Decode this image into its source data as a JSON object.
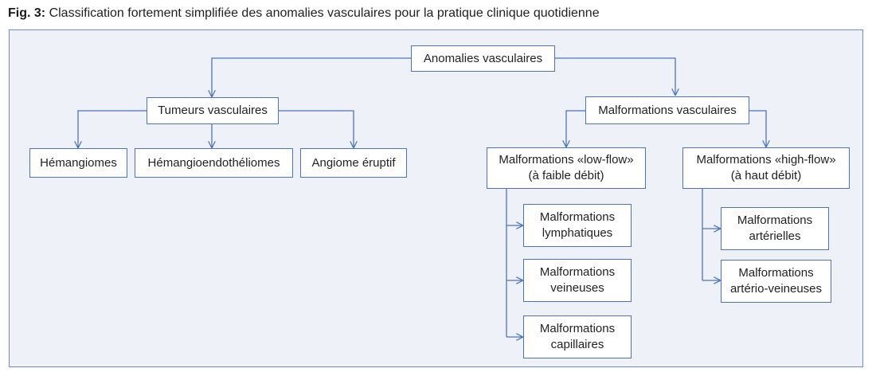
{
  "caption": {
    "prefix": "Fig. 3:",
    "text": "Classification fortement simplifiée des anomalies vasculaires pour la pratique clinique quotidienne"
  },
  "nodes": {
    "root": "Anomalies vasculaires",
    "tumeurs": "Tumeurs vasculaires",
    "malformations": "Malformations vasculaires",
    "hemangiomes": "Hémangiomes",
    "hemangioendotheliomes": "Hémangioendothéliomes",
    "angiome": "Angiome éruptif",
    "low_flow": {
      "line1": "Malformations «low-flow»",
      "line2": "(à faible débit)"
    },
    "high_flow": {
      "line1": "Malformations «high-flow»",
      "line2": "(à haut débit)"
    },
    "lymphatiques": {
      "line1": "Malformations",
      "line2": "lymphatiques"
    },
    "veineuses": {
      "line1": "Malformations",
      "line2": "veineuses"
    },
    "capillaires": {
      "line1": "Malformations",
      "line2": "capillaires"
    },
    "arterielles": {
      "line1": "Malformations",
      "line2": "artérielles"
    },
    "arterio_veineuses": {
      "line1": "Malformations",
      "line2": "artério-veineuses"
    }
  },
  "colors": {
    "line": "#4d73b8",
    "panel_bg": "#eef1f8",
    "panel_border": "#6d8cc9"
  }
}
